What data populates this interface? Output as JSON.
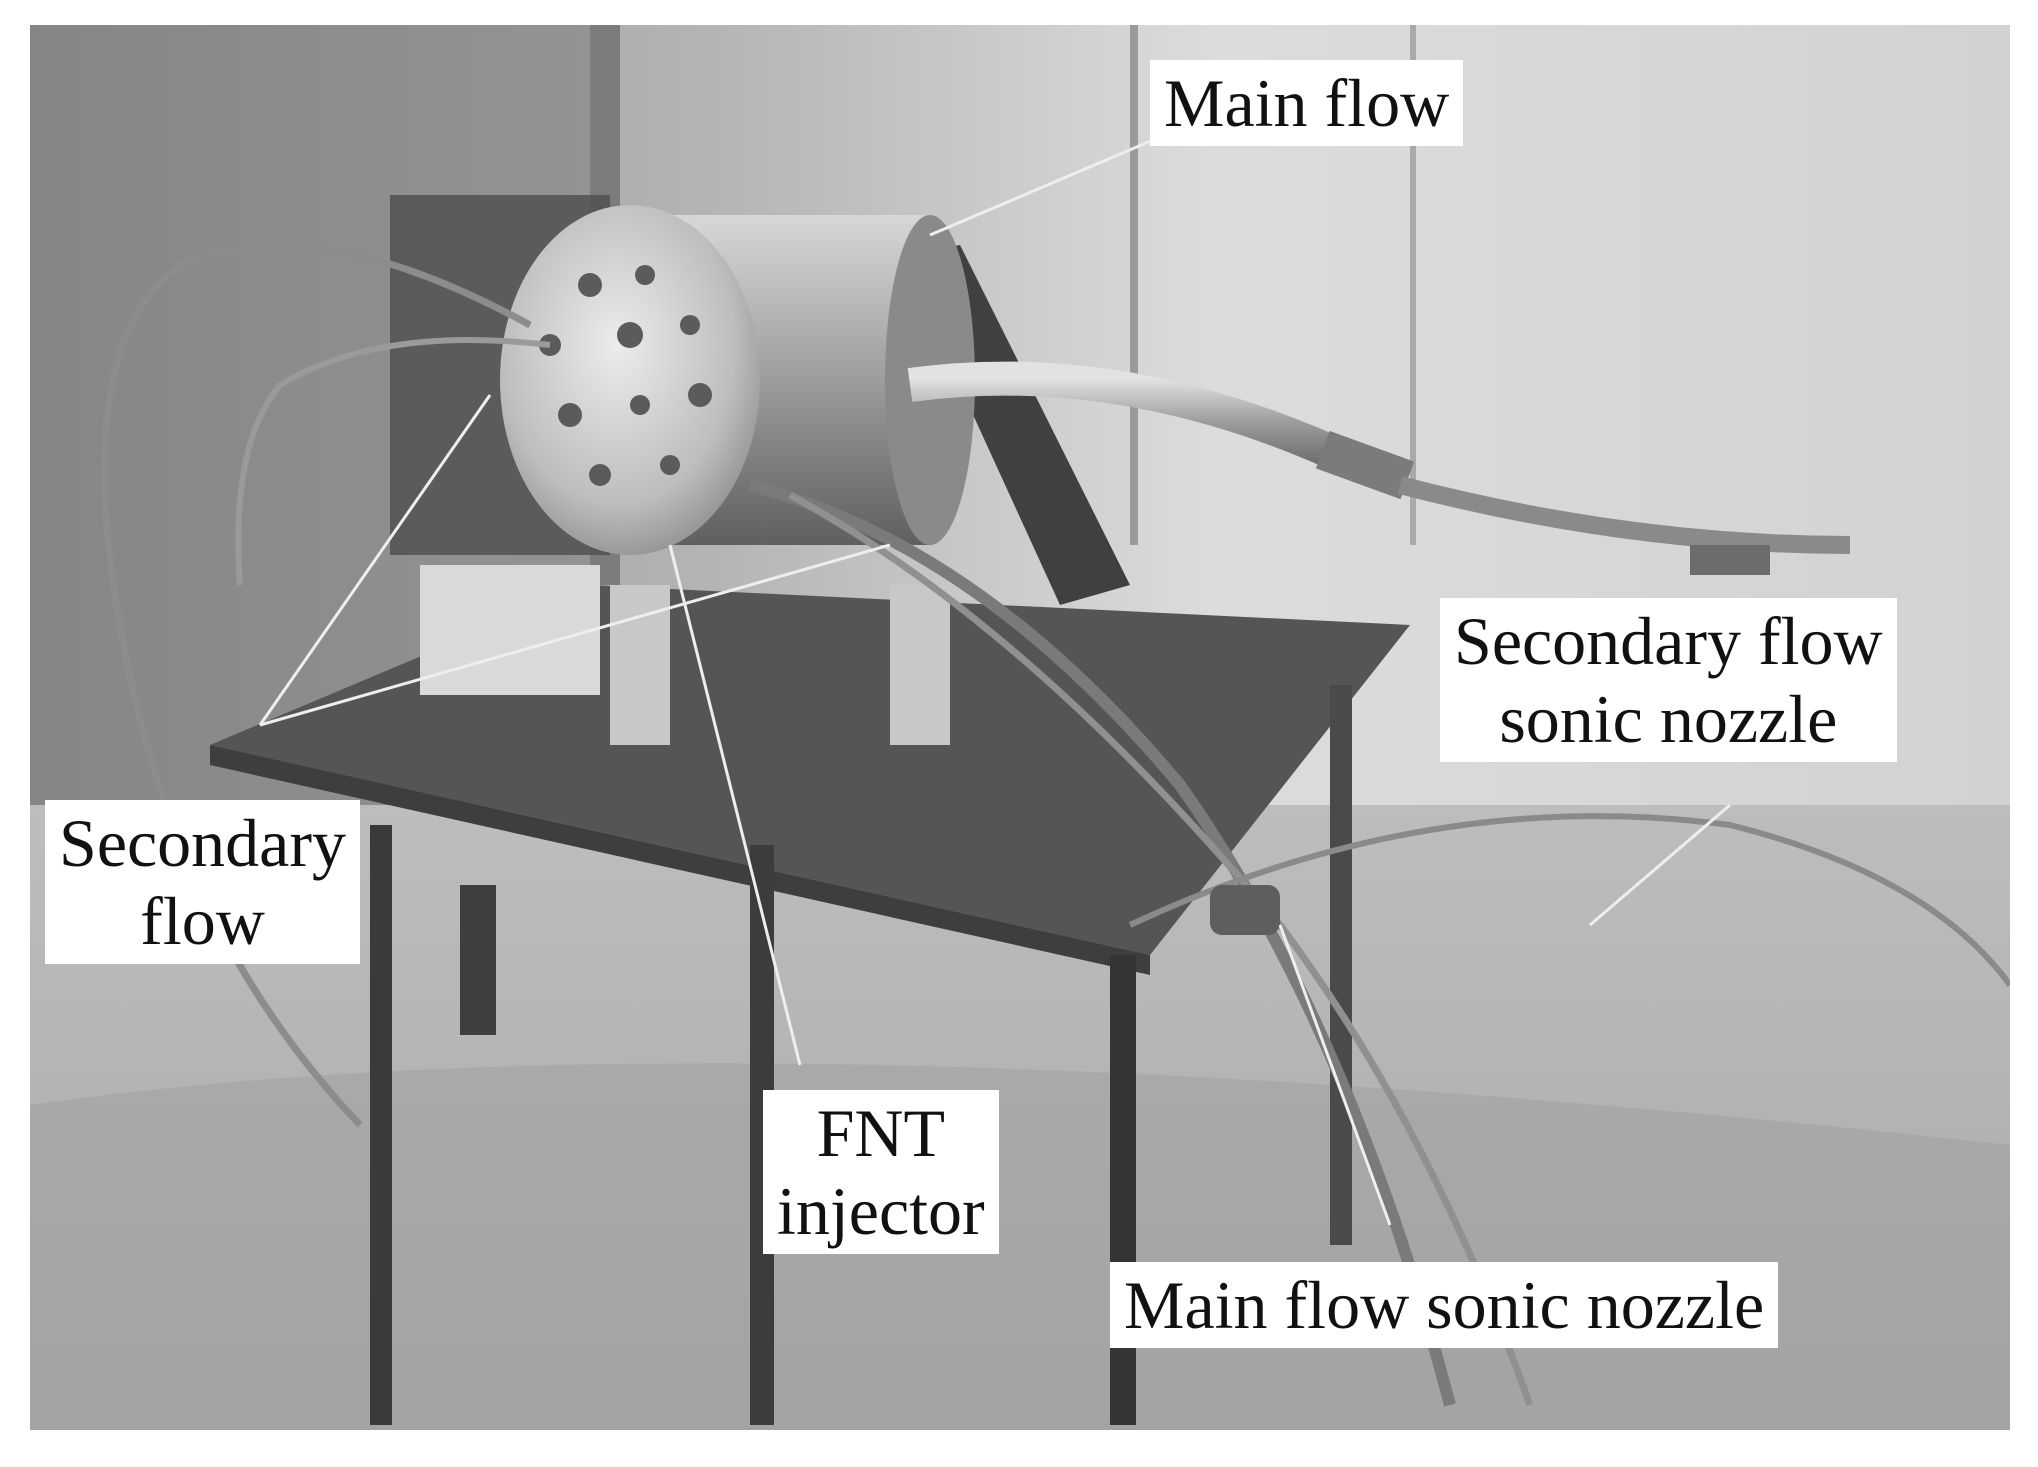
{
  "labels": {
    "main_flow": "Main flow",
    "secondary_flow_sonic_nozzle": [
      "Secondary flow",
      "sonic nozzle"
    ],
    "secondary_flow": [
      "Secondary",
      "flow"
    ],
    "fnt_injector": [
      "FNT",
      "injector"
    ],
    "main_flow_sonic_nozzle": "Main flow sonic nozzle"
  },
  "colors": {
    "photo_tone": "grayscale",
    "label_background": "#ffffff",
    "label_text": "#111111"
  }
}
